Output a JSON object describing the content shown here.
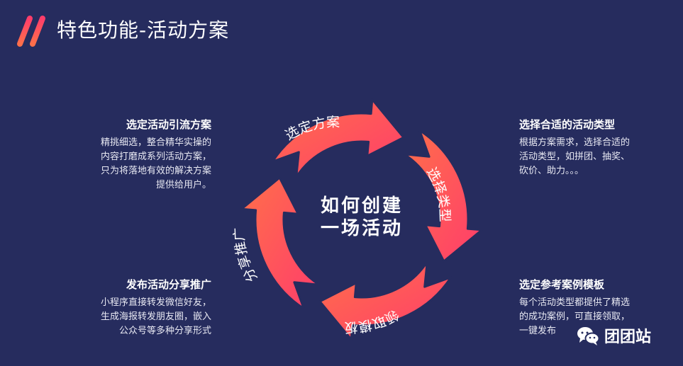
{
  "header": {
    "title": "特色功能-活动方案"
  },
  "diagram": {
    "center_lines": [
      "如何创建",
      "一场活动"
    ],
    "segments": [
      "选定方案",
      "选择类型",
      "领取模板",
      "分享推广"
    ],
    "colors": {
      "background": "#262c5e",
      "gradient_start": "#ff6f4a",
      "gradient_end": "#ff3d6b"
    }
  },
  "blocks": [
    {
      "title": "选定活动引流方案",
      "text": [
        "精挑细选，整合精华实操的",
        "内容打磨成系列活动方案，",
        "只为将落地有效的解决方案",
        "提供给用户。"
      ]
    },
    {
      "title": "选择合适的活动类型",
      "text": [
        "根据方案需求，选择合适的",
        "活动类型，如拼团、抽奖、",
        "砍价、助力。。。"
      ]
    },
    {
      "title": "发布活动分享推广",
      "text": [
        "小程序直接转发微信好友，",
        "生成海报转发朋友圈，嵌入",
        "公众号等多种分享形式"
      ]
    },
    {
      "title": "选定参考案例模板",
      "text": [
        "每个活动类型都提供了精选",
        "的成功案例，可直接领取，",
        "一键发布"
      ]
    }
  ],
  "watermark": {
    "icon": "wechat-icon",
    "text": "团团站"
  }
}
